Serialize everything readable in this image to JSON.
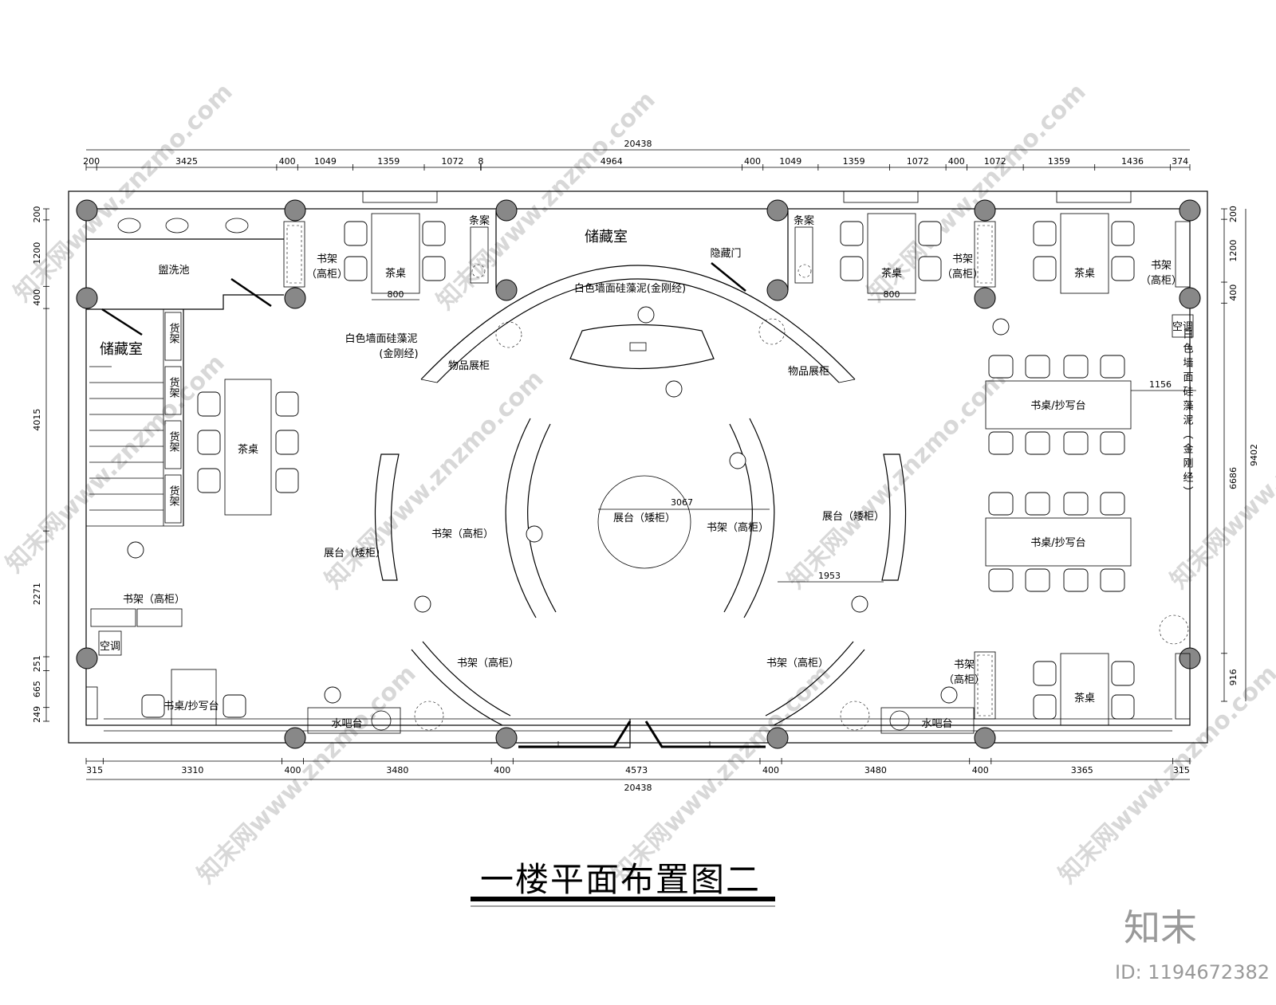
{
  "dimensions": {
    "top_total": "20438",
    "top": [
      "200",
      "3425",
      "400",
      "1049",
      "1359",
      "1072",
      "8",
      "4964",
      "400",
      "1049",
      "1359",
      "1072",
      "400",
      "1072",
      "1359",
      "1436",
      "374"
    ],
    "bottom": [
      "315",
      "3310",
      "400",
      "3480",
      "400",
      "4573",
      "400",
      "3480",
      "400",
      "3365",
      "315"
    ],
    "bottom_total": "20438",
    "left": [
      "200",
      "1200",
      "400",
      "4015",
      "2271",
      "251",
      "665",
      "249"
    ],
    "right": [
      "200",
      "1200",
      "400",
      "6686",
      "916"
    ],
    "right_total": "9402",
    "inner": [
      "800",
      "800",
      "1156",
      "3067",
      "1953"
    ]
  },
  "rooms": {
    "washbasin": "盥洗池",
    "storage_left": "储藏室",
    "storage_top": "储藏室",
    "shelf_goods": "货架",
    "tea_table": "茶桌",
    "side_table": "条案",
    "bookshelf_tall_2line": [
      "书架",
      "（高柜）"
    ],
    "bookshelf_tall": "书架（高柜）",
    "hidden_door": "隐藏门",
    "wall_finish_top": "白色墙面硅藻泥(金刚经)",
    "wall_finish_left": [
      "白色墙面硅藻泥",
      "(金刚经)"
    ],
    "wall_finish_right_vertical": "白色墙面硅藻泥（金刚经）",
    "display_cabinet": "物品展柜",
    "display_low": "展台（矮柜）",
    "desk_copy": "书桌/抄写台",
    "water_bar": "水吧台",
    "ac": "空调"
  },
  "title": "一楼平面布置图二",
  "brand": "知末",
  "id_text": "ID: 1194672382",
  "watermark": "知末网www.znzmo.com"
}
